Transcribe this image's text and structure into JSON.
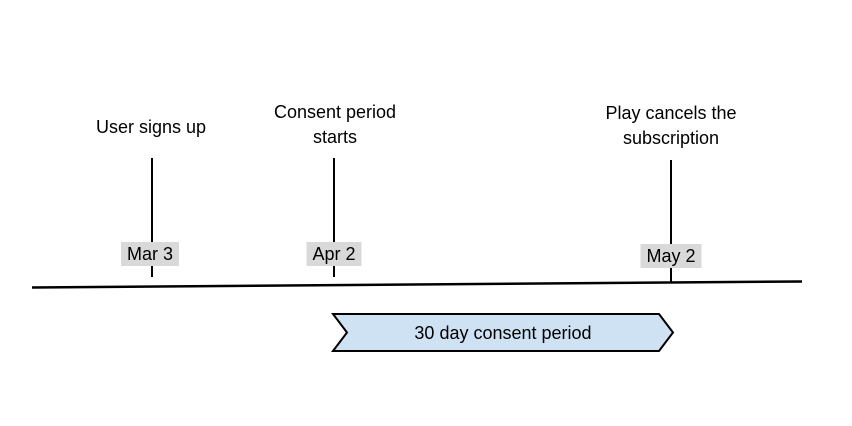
{
  "canvas": {
    "background": "#ffffff"
  },
  "timeline": {
    "milestones": [
      {
        "title": "User signs up",
        "date": "Mar 3"
      },
      {
        "title": "Consent period starts",
        "date": "Apr 2"
      },
      {
        "title": "Play cancels the subscription",
        "date": "May 2"
      }
    ]
  },
  "banner": {
    "label": "30 day consent period",
    "fill": "#cfe2f3",
    "border": "#000000"
  },
  "colors": {
    "date_chip_background": "#d9d9d9",
    "axis_line": "#000000",
    "text": "#000000"
  }
}
